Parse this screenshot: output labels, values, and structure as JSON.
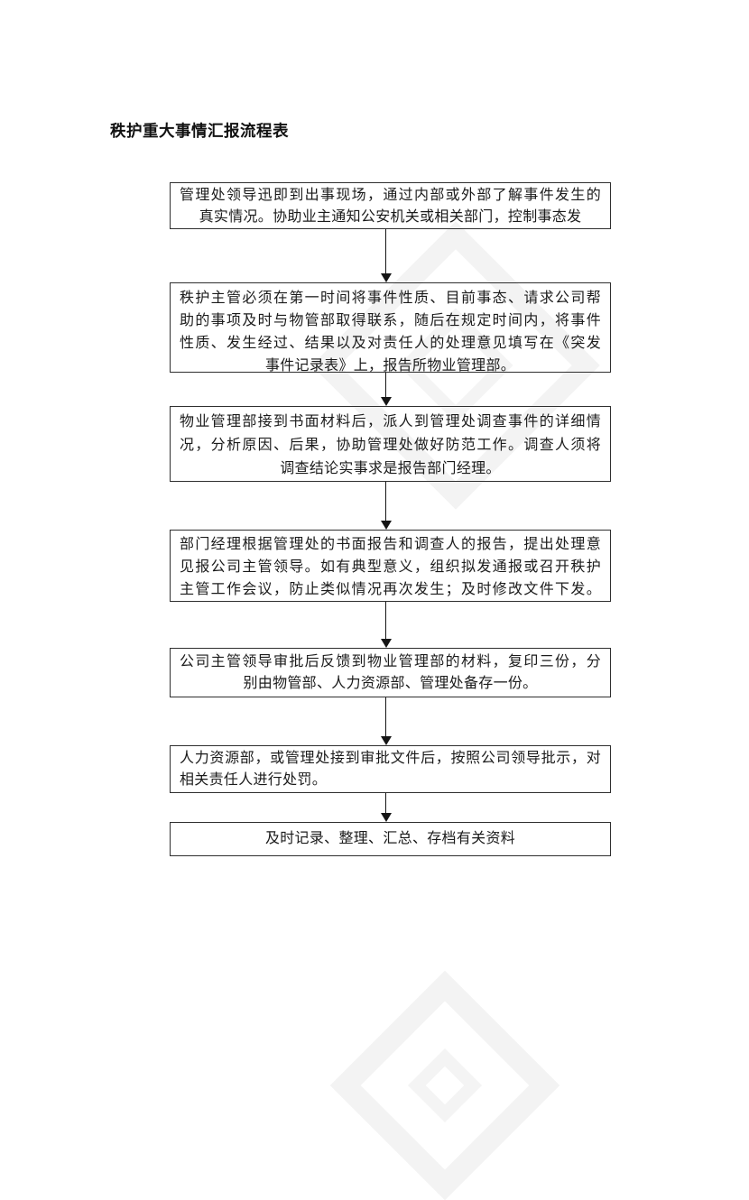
{
  "page": {
    "title": "秩护重大事情汇报流程表"
  },
  "flowchart": {
    "direction": "top-to-bottom",
    "steps": [
      {
        "name": "step-1",
        "lines": [
          "管理处领导迅即到出事现场，通过内部或外部了解事件发生的",
          "真实情况。协助业主通知公安机关或相关部门，控制事态发"
        ]
      },
      {
        "name": "step-2",
        "lines": [
          "秩护主管必须在第一时间将事件性质、目前事态、请求公司帮",
          "助的事项及时与物管部取得联系，随后在规定时间内，将事件",
          "性质、发生经过、结果以及对责任人的处理意见填写在《突发",
          "事件记录表》上，报告所物业管理部。"
        ]
      },
      {
        "name": "step-3",
        "lines": [
          "物业管理部接到书面材料后，派人到管理处调查事件的详细情",
          "况，分析原因、后果，协助管理处做好防范工作。调查人须将",
          "调查结论实事求是报告部门经理。"
        ]
      },
      {
        "name": "step-4",
        "lines": [
          "部门经理根据管理处的书面报告和调查人的报告，提出处理意",
          "见报公司主管领导。如有典型意义，组织拟发通报或召开秩护",
          "主管工作会议，防止类似情况再次发生；及时修改文件下发。"
        ]
      },
      {
        "name": "step-5",
        "lines": [
          "公司主管领导审批后反馈到物业管理部的材料，复印三份，分",
          "别由物管部、人力资源部、管理处备存一份。"
        ]
      },
      {
        "name": "step-6",
        "lines": [
          "人力资源部，或管理处接到审批文件后，按照公司领导批示，对",
          "相关责任人进行处罚。"
        ]
      },
      {
        "name": "step-7",
        "lines": [
          "及时记录、整理、汇总、存档有关资料"
        ]
      }
    ]
  },
  "colors": {
    "background": "#ffffff",
    "text": "#1b1b1b",
    "box_border": "#2f2f2f",
    "arrow": "#151515",
    "watermark": "#f3f3f3"
  }
}
